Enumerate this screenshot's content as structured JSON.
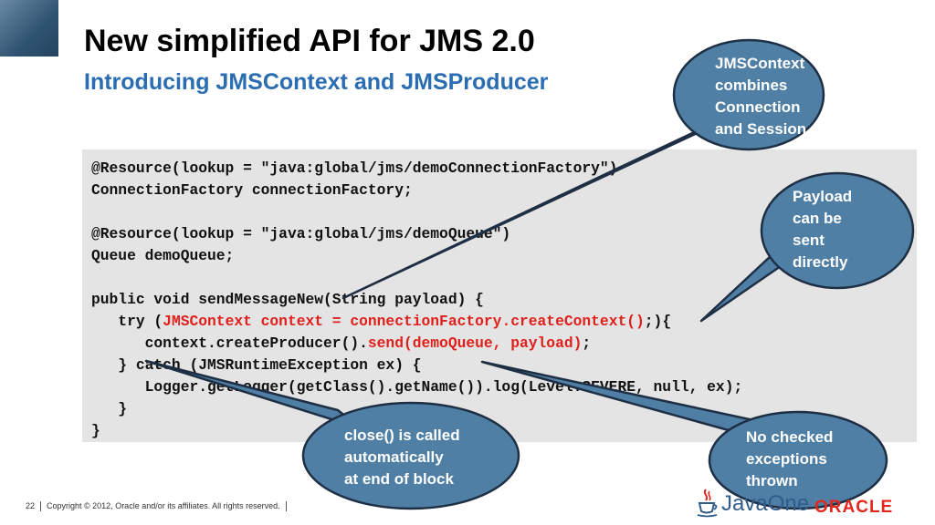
{
  "slide": {
    "title": "New simplified API for JMS 2.0",
    "subtitle": "Introducing JMSContext and JMSProducer"
  },
  "code": {
    "line_1": "@Resource(lookup = \"java:global/jms/demoConnectionFactory\")",
    "line_2": "ConnectionFactory connectionFactory;",
    "line_4": "@Resource(lookup = \"java:global/jms/demoQueue\")",
    "line_5": "Queue demoQueue;",
    "line_7": "public void sendMessageNew(String payload) {",
    "line_8_a": "   try (",
    "line_8_b": "JMSContext context = connectionFactory.createContext()",
    "line_8_c": ";){",
    "line_9_a": "      context.createProducer().",
    "line_9_b": "send(demoQueue, payload)",
    "line_9_c": ";",
    "line_10": "   } catch (JMSRuntimeException ex) {",
    "line_11": "      Logger.getLogger(getClass().getName()).log(Level.SEVERE, null, ex);",
    "line_12": "   }",
    "line_13": "}"
  },
  "callouts": {
    "jmscontext": [
      "JMSContext",
      "combines",
      "Connection",
      "and Session"
    ],
    "payload": [
      "Payload",
      "can be",
      "sent",
      "directly"
    ],
    "close": [
      "close() is called",
      "automatically",
      "at end of block"
    ],
    "checked": [
      "No checked",
      "exceptions",
      "thrown"
    ]
  },
  "footer": {
    "page_number": "22",
    "copyright": "Copyright © 2012, Oracle and/or its affiliates. All rights reserved."
  },
  "logos": {
    "javaone": "JavaOne",
    "oracle": "ORACLE"
  },
  "colors": {
    "callout_fill": "#4f7fa4",
    "callout_stroke": "#1e2f44",
    "subtitle": "#2a6db2",
    "highlight": "#e0201c",
    "code_bg": "#e4e4e4"
  }
}
